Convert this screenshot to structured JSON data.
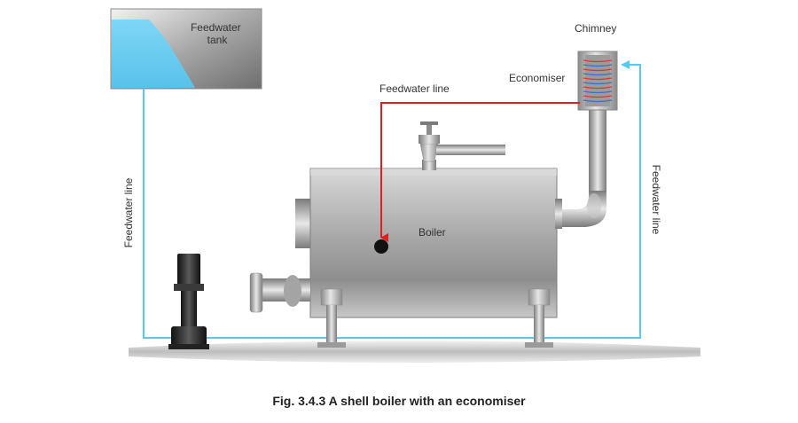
{
  "labels": {
    "tank": "Feedwater\ntank",
    "chimney": "Chimney",
    "economiser": "Economiser",
    "feedwater_line_top": "Feedwater line",
    "feedwater_line_left": "Feedwater line",
    "feedwater_line_right": "Feedwater line",
    "boiler": "Boiler"
  },
  "caption": "Fig. 3.4.3 A shell boiler with an economiser",
  "colors": {
    "water_line": "#5bc8f0",
    "hot_line": "#e02020",
    "steel": "#b0b0b0",
    "pump": "#2a2a2a"
  }
}
